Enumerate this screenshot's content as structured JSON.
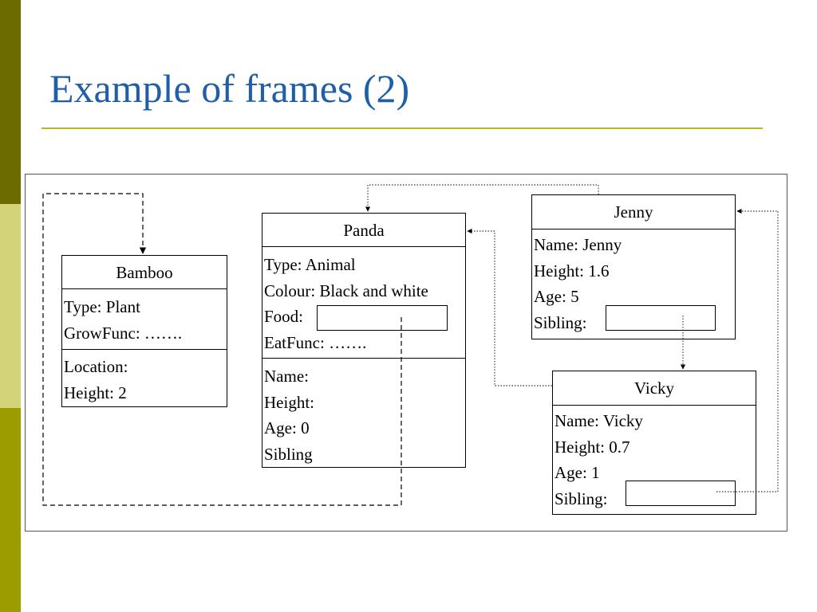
{
  "slide": {
    "title": "Example of frames (2)",
    "colors": {
      "title": "#1f5fa8",
      "rule": "#b5b52a",
      "bar_dark": "#6b6b00",
      "bar_light": "#d3d37a",
      "bar_mid": "#9c9c00"
    }
  },
  "frames": {
    "bamboo": {
      "name": "Bamboo",
      "class_slots": [
        "Type: Plant",
        "GrowFunc: ……."
      ],
      "instance_slots": [
        "Location:",
        "Height: 2"
      ]
    },
    "panda": {
      "name": "Panda",
      "class_slots": [
        "Type: Animal",
        "Colour: Black and white",
        "Food:",
        "EatFunc: ……."
      ],
      "instance_slots": [
        "Name:",
        "Height:",
        "Age: 0",
        "Sibling"
      ]
    },
    "jenny": {
      "name": "Jenny",
      "slots": [
        "Name: Jenny",
        "Height: 1.6",
        "Age: 5",
        "Sibling:"
      ]
    },
    "vicky": {
      "name": "Vicky",
      "slots": [
        "Name: Vicky",
        "Height: 0.7",
        "Age: 1",
        "Sibling:"
      ]
    }
  }
}
